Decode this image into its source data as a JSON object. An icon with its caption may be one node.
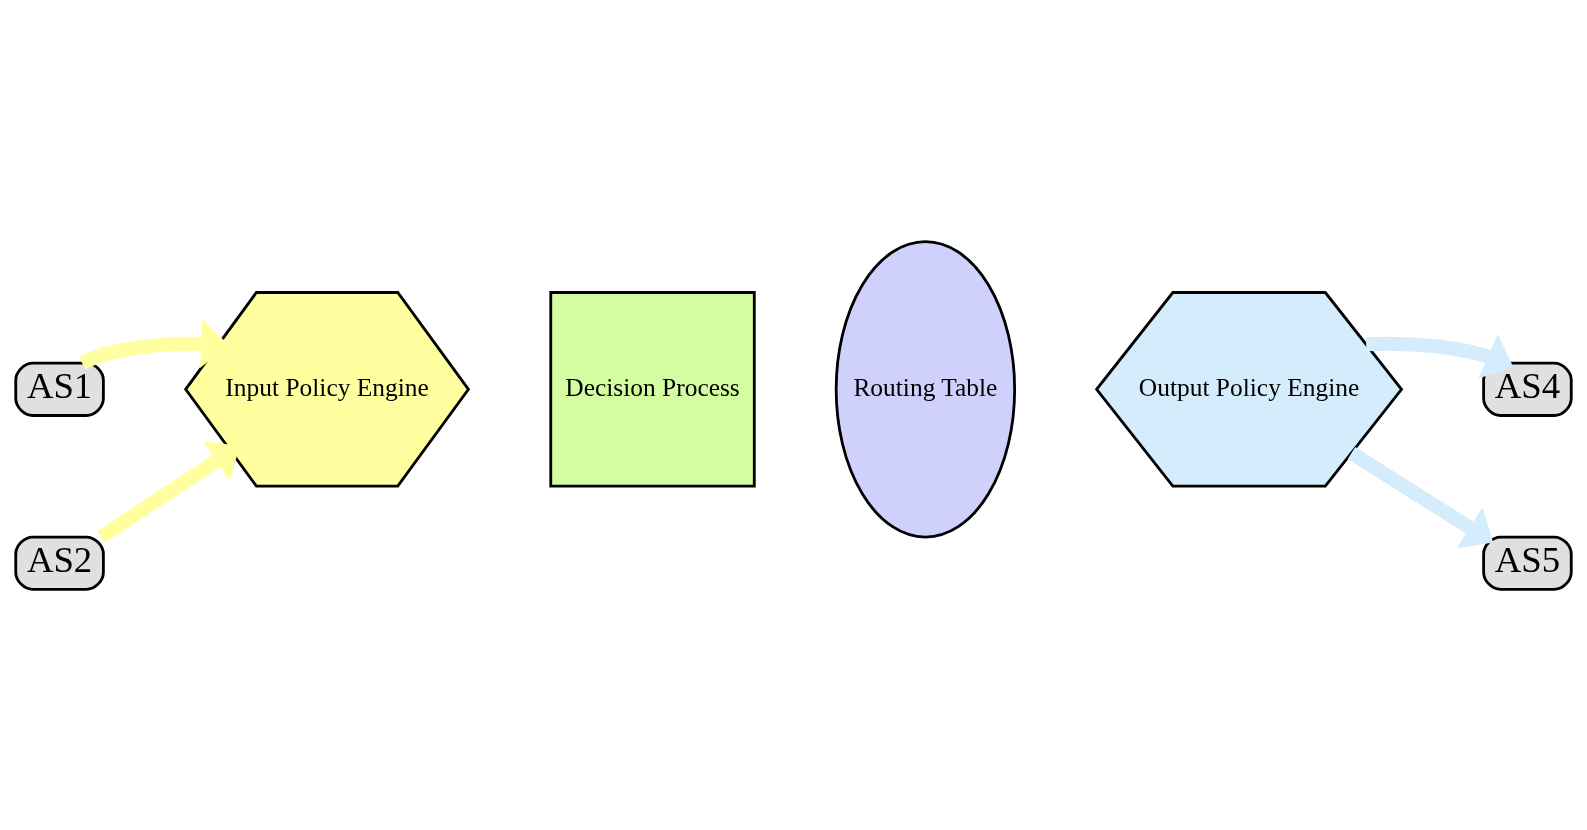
{
  "diagram": {
    "nodes": [
      {
        "text": [
          "AS1"
        ]
      },
      {
        "text": [
          "AS2"
        ]
      },
      {
        "text": [
          "Input Policy Engine"
        ]
      },
      {
        "text": [
          "Decision Process"
        ]
      },
      {
        "text": [
          "Routing Table"
        ]
      },
      {
        "text": [
          "Output Policy Engine"
        ]
      },
      {
        "text": [
          "AS4"
        ]
      },
      {
        "text": [
          "AS5"
        ]
      }
    ],
    "edges": [
      {
        "from": 0,
        "to": 2,
        "arrow": "to",
        "color": "#ffffa0"
      },
      {
        "from": 1,
        "to": 2,
        "arrow": "to",
        "color": "#ffffa0"
      },
      {
        "from": 5,
        "to": 6,
        "arrow": "to",
        "color": "#d4ecfc"
      },
      {
        "from": 5,
        "to": 7,
        "arrow": "to",
        "color": "#d4ecfc"
      }
    ]
  }
}
